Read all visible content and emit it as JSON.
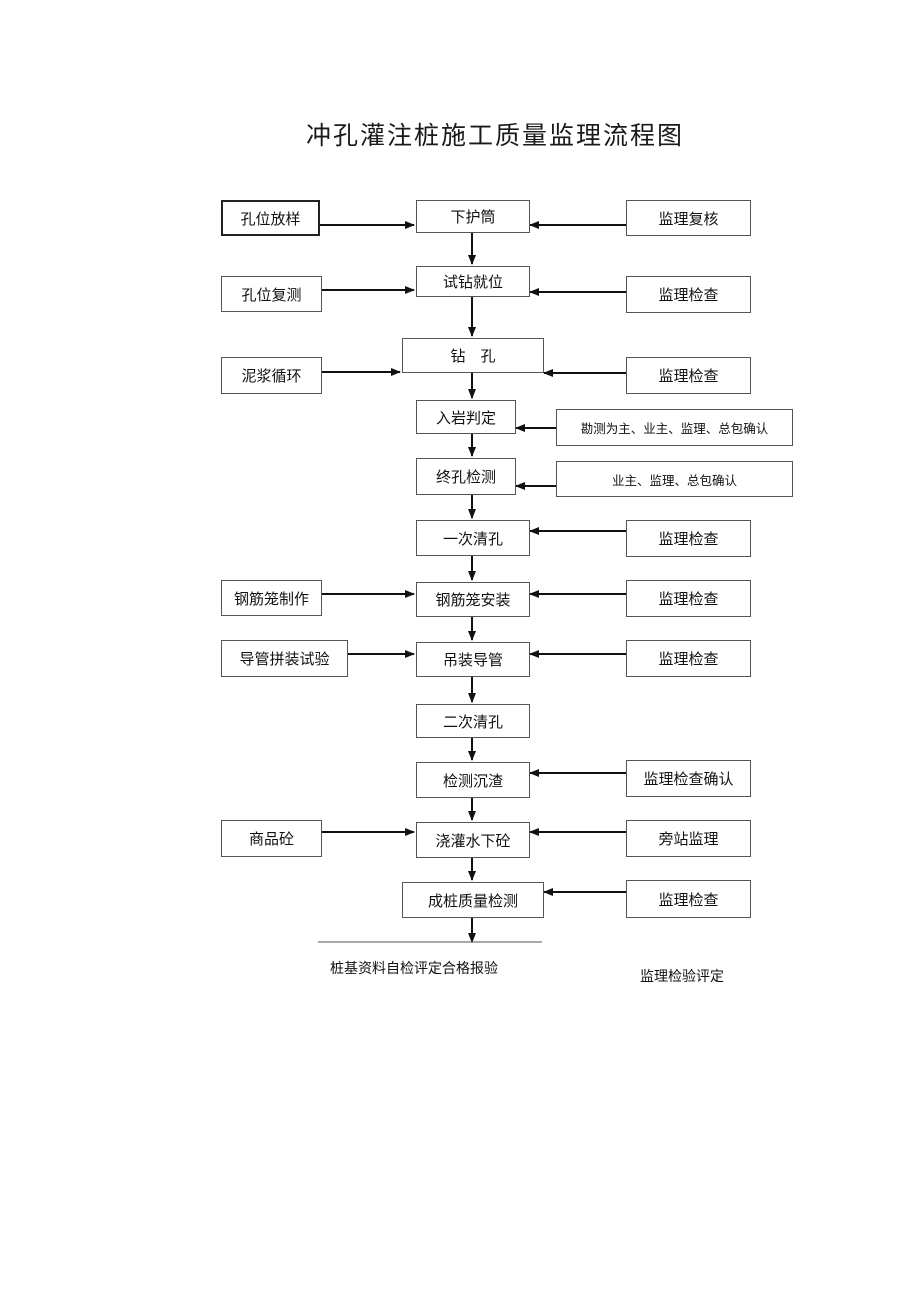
{
  "title": "冲孔灌注桩施工质量监理流程图",
  "center_steps": [
    "下护筒",
    "试钻就位",
    "钻　孔",
    "入岩判定",
    "终孔检测",
    "一次清孔",
    "钢筋笼安装",
    "吊装导管",
    "二次清孔",
    "检测沉渣",
    "浇灌水下砼",
    "成桩质量检测"
  ],
  "left_inputs": [
    "孔位放样",
    "孔位复测",
    "泥浆循环",
    "钢筋笼制作",
    "导管拼装试验",
    "商品砼"
  ],
  "right_inputs": [
    "监理复核",
    "监理检查",
    "监理检查",
    "勘测为主、业主、监理、总包确认",
    "业主、监理、总包确认",
    "监理检查",
    "监理检查",
    "监理检查",
    "监理检查确认",
    "旁站监理",
    "监理检查"
  ],
  "footer": {
    "left": "桩基资料自检评定合格报验",
    "right": "监理检验评定"
  }
}
